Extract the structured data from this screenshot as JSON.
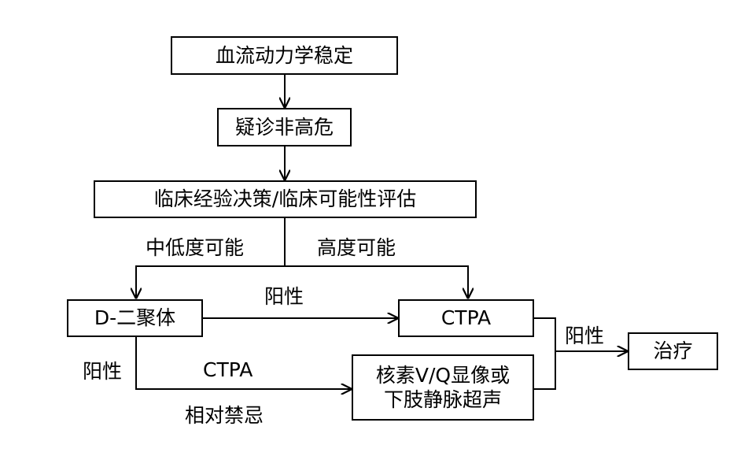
{
  "nodes": {
    "stable": "血流动力学稳定",
    "suspect": "疑诊非高危",
    "assess": "临床经验决策/临床可能性评估",
    "ddimer": "D-二聚体",
    "ctpa": "CTPA",
    "vq_line1": "核素V/Q显像或",
    "vq_line2": "下肢静脉超声",
    "treat": "治疗"
  },
  "edge_labels": {
    "low_mid": "中低度可能",
    "high": "高度可能",
    "positive_ddimer_ctpa": "阳性",
    "positive_ddimer_down": "阳性",
    "ctpa_edge": "CTPA",
    "contraindication": "相对禁忌",
    "positive_treat": "阳性"
  }
}
